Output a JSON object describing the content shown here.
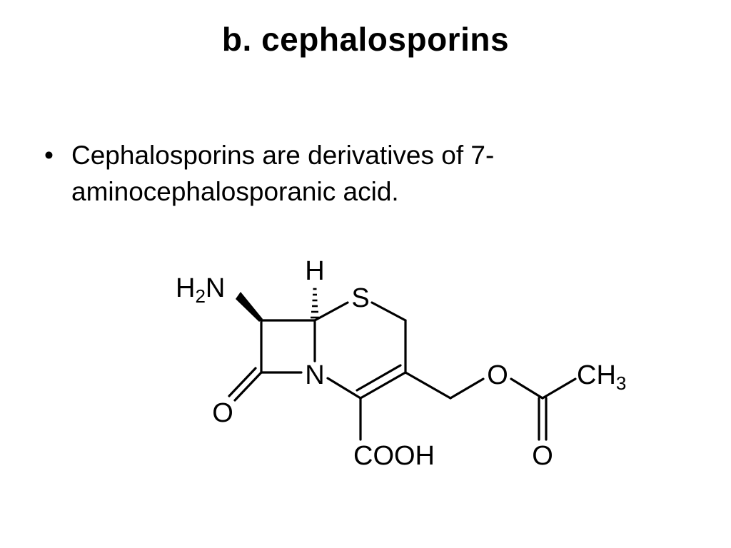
{
  "slide": {
    "title": "b. cephalosporins",
    "bullets": [
      {
        "marker": "•",
        "lines": [
          "Cephalosporins are derivatives of 7-",
          "aminocephalosporanic acid."
        ]
      }
    ]
  },
  "structure": {
    "atoms": {
      "h": "H",
      "h2n_h": "H",
      "h2n_sub": "2",
      "h2n_n": "N",
      "s": "S",
      "n": "N",
      "o_keto": "O",
      "cooh": "COOH",
      "o_ester": "O",
      "ch3_ch": "CH",
      "ch3_sub": "3",
      "o_carbonyl": "O"
    }
  }
}
